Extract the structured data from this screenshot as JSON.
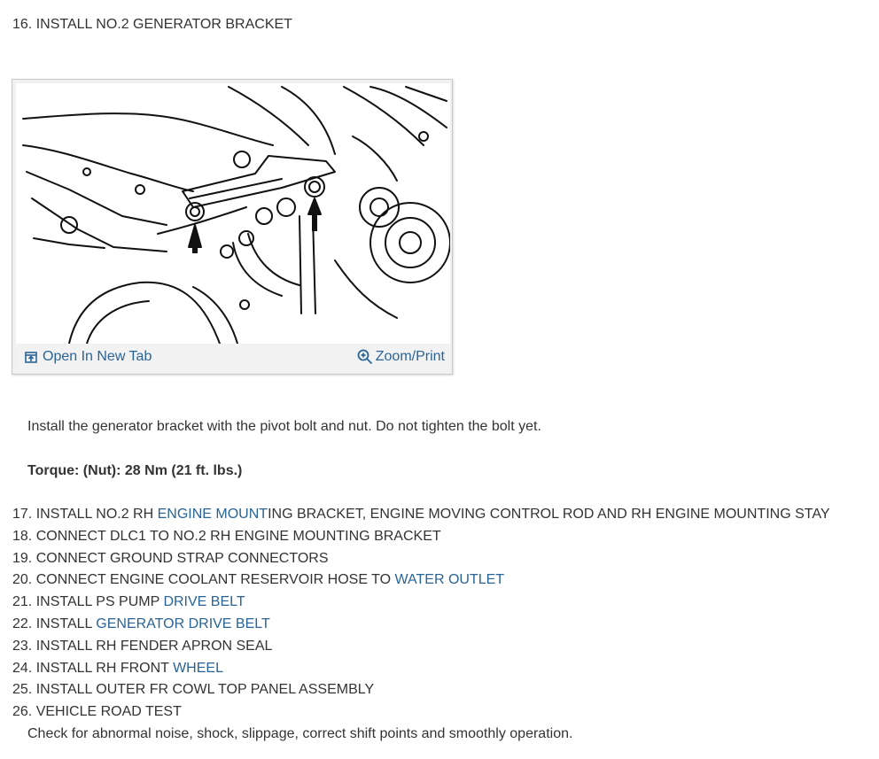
{
  "step16": {
    "heading": "16. INSTALL NO.2 GENERATOR BRACKET"
  },
  "figure": {
    "open_in_new_tab": "Open In New Tab",
    "zoom_print": "Zoom/Print",
    "open_icon": "open-in-new-tab-icon",
    "zoom_icon": "magnifier-plus-icon"
  },
  "instruction": "Install the generator bracket with the pivot bolt and nut. Do not tighten the bolt yet.",
  "torque": "Torque: (Nut): 28 Nm (21 ft. lbs.)",
  "steps": [
    {
      "pre": "17. INSTALL NO.2 RH ",
      "link": "ENGINE MOUNT",
      "post": "ING BRACKET, ENGINE MOVING CONTROL ROD AND RH ENGINE MOUNTING STAY"
    },
    {
      "pre": "18. CONNECT DLC1 TO NO.2 RH ENGINE MOUNTING BRACKET",
      "link": "",
      "post": ""
    },
    {
      "pre": "19. CONNECT GROUND STRAP CONNECTORS",
      "link": "",
      "post": ""
    },
    {
      "pre": "20. CONNECT ENGINE COOLANT RESERVOIR HOSE TO ",
      "link": "WATER OUTLET",
      "post": ""
    },
    {
      "pre": "21. INSTALL PS PUMP ",
      "link": "DRIVE BELT",
      "post": ""
    },
    {
      "pre": "22. INSTALL ",
      "link": "GENERATOR DRIVE BELT",
      "post": ""
    },
    {
      "pre": "23. INSTALL RH FENDER APRON SEAL",
      "link": "",
      "post": ""
    },
    {
      "pre": "24. INSTALL RH FRONT ",
      "link": "WHEEL",
      "post": ""
    },
    {
      "pre": "25. INSTALL OUTER FR COWL TOP PANEL ASSEMBLY",
      "link": "",
      "post": ""
    },
    {
      "pre": "26. VEHICLE ROAD TEST",
      "link": "",
      "post": ""
    }
  ],
  "final_note": "Check for abnormal noise, shock, slippage, correct shift points and smoothly operation.",
  "colors": {
    "link": "#2a6496",
    "text": "#333333",
    "toolbar_bg": "#f2f2f2"
  }
}
